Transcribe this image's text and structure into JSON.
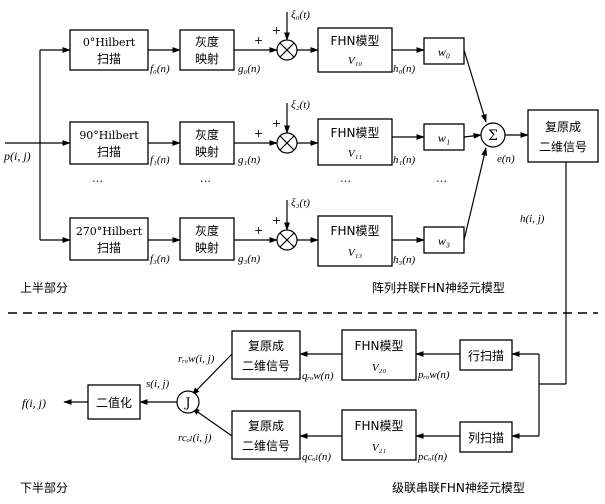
{
  "upper": {
    "input_label": "p(i, j)",
    "rows": [
      {
        "scan": [
          "0°Hilbert",
          "扫描"
        ],
        "f": "f₀(n)",
        "gray": [
          "灰度",
          "映射"
        ],
        "g": "g₀(n)",
        "noise": "ξ₀(t)",
        "fhn": [
          "FHN模型",
          "V₁₀"
        ],
        "h": "h₀(n)",
        "w": "w₀"
      },
      {
        "scan": [
          "90°Hilbert",
          "扫描"
        ],
        "f": "f₁(n)",
        "gray": [
          "灰度",
          "映射"
        ],
        "g": "g₁(n)",
        "noise": "ξ₂(t)",
        "fhn": [
          "FHN模型",
          "V₁₁"
        ],
        "h": "h₁(n)",
        "w": "w₁"
      },
      {
        "scan": [
          "270°Hilbert",
          "扫描"
        ],
        "f": "f₃(n)",
        "gray": [
          "灰度",
          "映射"
        ],
        "g": "g₃(n)",
        "noise": "ξ₃(t)",
        "fhn": [
          "FHN模型",
          "V₁₃"
        ],
        "h": "h₃(n)",
        "w": "w₃"
      }
    ],
    "plus": "+",
    "sum_symbol": "Σ",
    "sum_out": "e(n)",
    "recon": [
      "复原成",
      "二维信号"
    ],
    "recon_out": "h(i, j)",
    "ellipsis": "…",
    "section_label": "上半部分",
    "model_label": "阵列并联FHN神经元模型"
  },
  "lower": {
    "row_scan": "行扫描",
    "col_scan": "列扫描",
    "p_row": "pᵣₒw(n)",
    "p_col": "pcₒₗ(n)",
    "fhn_top": [
      "FHN模型",
      "V₂₀"
    ],
    "fhn_bot": [
      "FHN模型",
      "V₂₁"
    ],
    "q_row": "qᵣₒw(n)",
    "q_col": "qcₒₗ(n)",
    "recon_top": [
      "复原成",
      "二维信号"
    ],
    "recon_bot": [
      "复原成",
      "二维信号"
    ],
    "r_row": "rᵣₒw(i, j)",
    "r_col": "rcₒₗ(i, j)",
    "join_symbol": "J",
    "s_label": "s(i, j)",
    "binarize": "二值化",
    "output_label": "f(i, j)",
    "section_label": "下半部分",
    "model_label": "级联串联FHN神经元模型"
  }
}
